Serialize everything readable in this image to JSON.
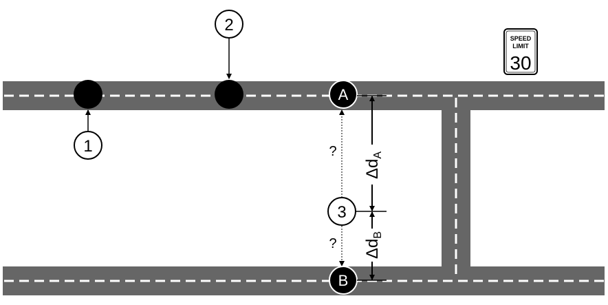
{
  "markers": {
    "one": "1",
    "two": "2",
    "three": "3",
    "a": "A",
    "b": "B"
  },
  "question_marks": {
    "upper": "?",
    "lower": "?"
  },
  "distances": {
    "delta_a_symbol": "Δd",
    "delta_a_sub": "A",
    "delta_b_symbol": "Δd",
    "delta_b_sub": "B"
  },
  "speed_sign": {
    "line1": "SPEED",
    "line2": "LIMIT",
    "value": "30"
  },
  "colors": {
    "road": "#666666",
    "lane_marking": "#ffffff",
    "marker_fill": "#000000",
    "stroke": "#000000"
  }
}
